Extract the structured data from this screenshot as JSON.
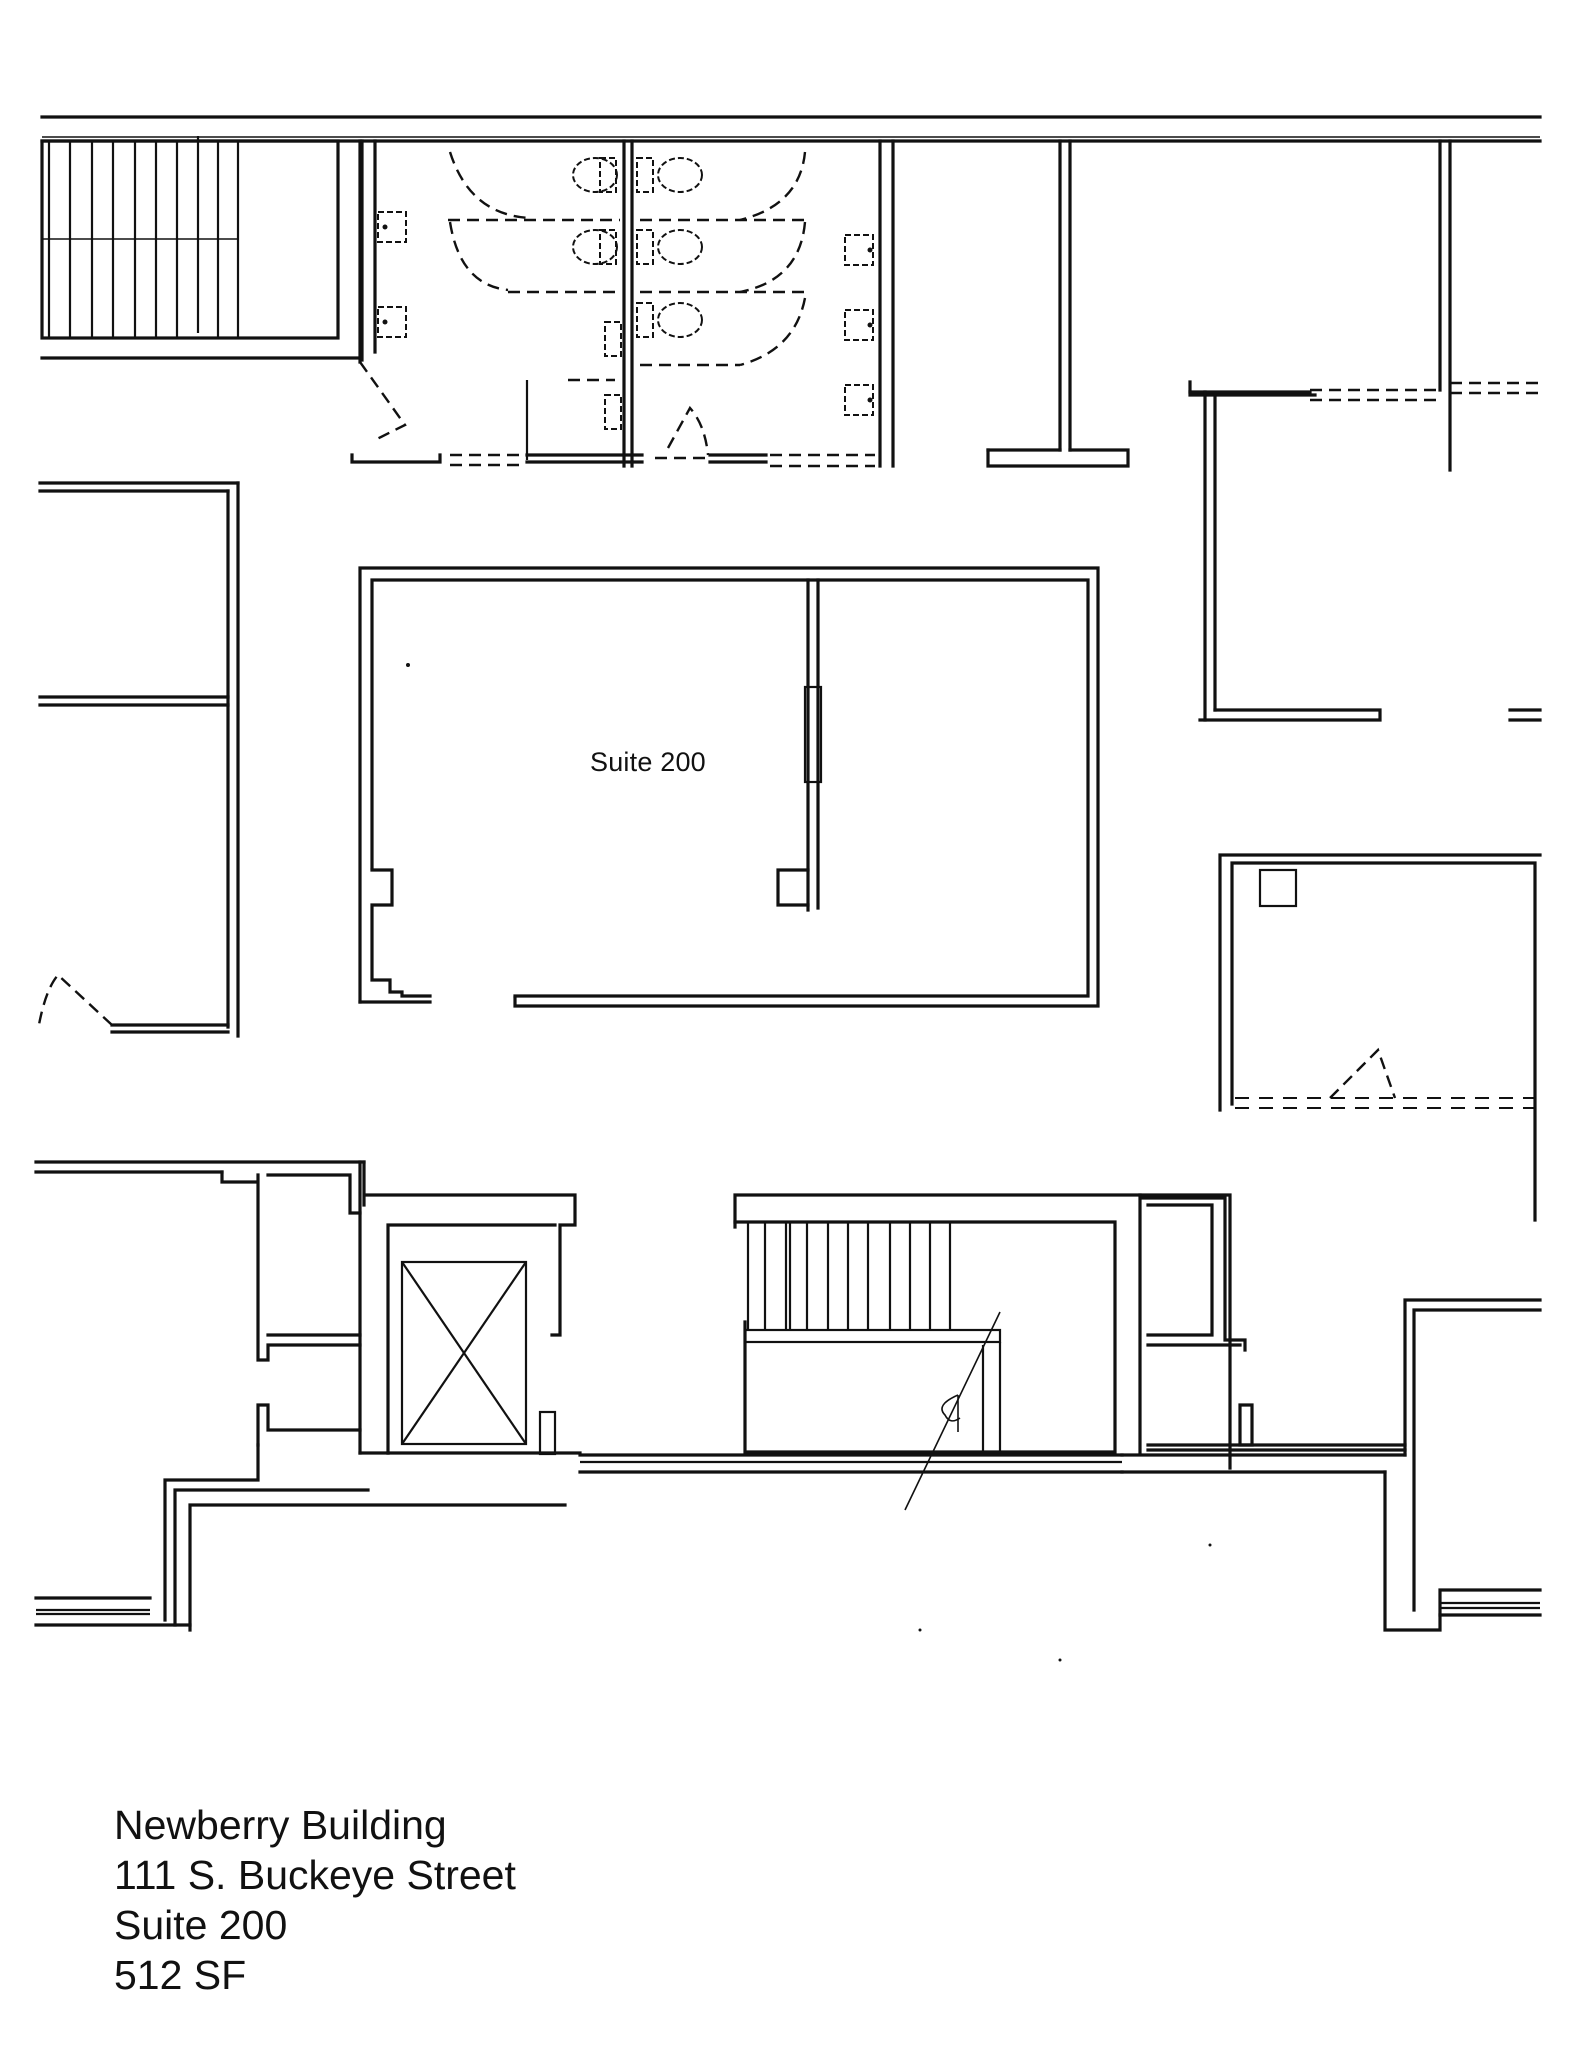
{
  "plan": {
    "room_label": "Suite 200",
    "elements": [
      "stair-icon",
      "restroom-fixtures",
      "elevator-icon",
      "door-swing-icon"
    ]
  },
  "caption": {
    "building_name": "Newberry Building",
    "address": "111 S. Buckeye Street",
    "suite": "Suite 200",
    "area": "512 SF"
  }
}
